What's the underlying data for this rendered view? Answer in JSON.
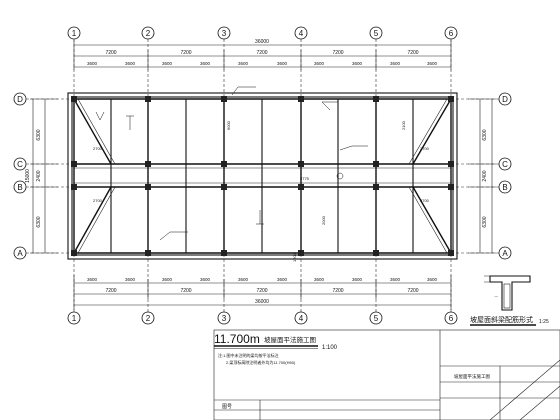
{
  "axes": {
    "numbers": [
      "1",
      "2",
      "3",
      "4",
      "5",
      "6"
    ],
    "letters": [
      "D",
      "C",
      "B",
      "A"
    ]
  },
  "dimensions": {
    "top_total": "36000",
    "bottom_total": "36000",
    "spans": [
      "7200",
      "7200",
      "7200",
      "7200",
      "7200"
    ],
    "subspans": [
      "3600",
      "3600",
      "3600",
      "3600",
      "3600",
      "3600",
      "3600",
      "3600",
      "3600",
      "3600"
    ],
    "side_segments": [
      "6300",
      "2400",
      "6300"
    ],
    "side_total": "15000"
  },
  "beam_notes": [
    "2700",
    "2700",
    "2700",
    "2700",
    "6000",
    "2000",
    "2100",
    "1200",
    "2775"
  ],
  "title": {
    "elevation": "11.700m",
    "label": "坡屋面平法施工图",
    "scale": "1:100"
  },
  "notes": [
    "注:1.图中未注明的梁均按平法标注",
    "2.梁顶标高除注明者外均为11.700(H50)"
  ],
  "detail": {
    "title": "坡屋面斜梁配筋形式",
    "scale": "1:25"
  },
  "titleblock": {
    "label_a": "图号",
    "label_b": "坡屋面平法施工图"
  }
}
